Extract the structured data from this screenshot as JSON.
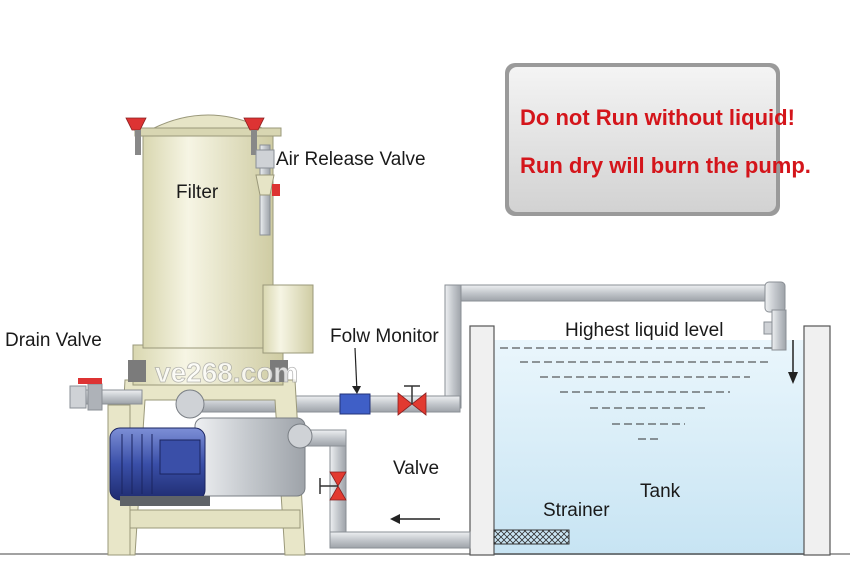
{
  "warning": {
    "line1": "Do not Run without liquid!",
    "line2": "Run dry will burn the pump.",
    "text_color": "#d4151b"
  },
  "labels": {
    "filter": "Filter",
    "air_release_valve": "Air Release Valve",
    "drain_valve": "Drain Valve",
    "flow_monitor": "Folw Monitor",
    "highest_liquid_level": "Highest liquid level",
    "valve": "Valve",
    "tank": "Tank",
    "strainer": "Strainer"
  },
  "watermark": "ve268.com",
  "colors": {
    "filter_body": "#ecebcf",
    "pipe": "#c8cbd0",
    "motor": "#3a4fa8",
    "valve": "#e23a30",
    "water": "#d6ecf7"
  }
}
